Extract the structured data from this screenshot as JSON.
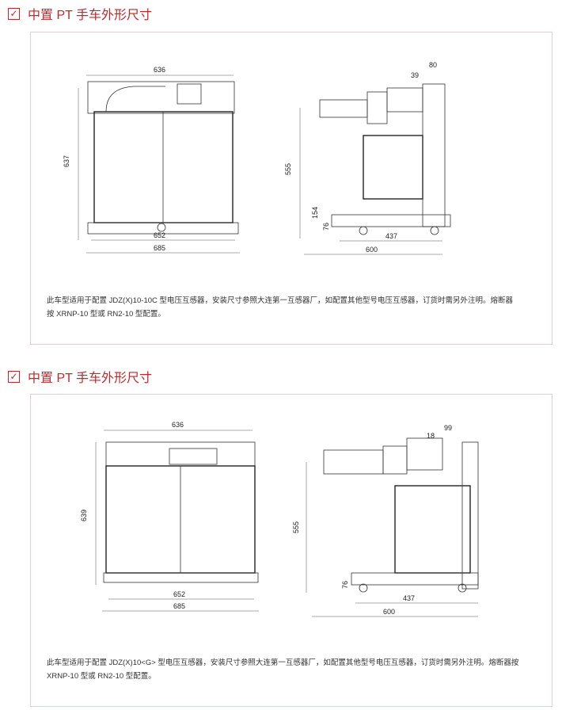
{
  "sections": [
    {
      "title": "中置 PT 手车外形尺寸",
      "front": {
        "top": "636",
        "left": "637",
        "bottom1": "652",
        "bottom2": "685"
      },
      "side": {
        "d1": "39",
        "d2": "80",
        "h1": "555",
        "h2": "154",
        "h3": "76",
        "w1": "437",
        "w2": "600"
      },
      "description": "此车型适用于配置 JDZ(X)10-10C 型电压互感器，安装尺寸参照大连第一互感器厂，如配置其他型号电压互感器，订货时需另外注明。熔断器按 XRNP-10 型或 RN2-10 型配置。"
    },
    {
      "title": "中置 PT 手车外形尺寸",
      "front": {
        "top": "636",
        "left": "639",
        "bottom1": "652",
        "bottom2": "685"
      },
      "side": {
        "d1": "18",
        "d2": "99",
        "h1": "555",
        "h3": "76",
        "w1": "437",
        "w2": "600"
      },
      "description": "此车型适用于配置 JDZ(X)10<G> 型电压互感器，安装尺寸参照大连第一互感器厂，如配置其他型号电压互感器，订货时需另外注明。熔断器按 XRNP-10 型或 RN2-10 型配置。"
    }
  ],
  "colors": {
    "accent": "#c0282d"
  }
}
